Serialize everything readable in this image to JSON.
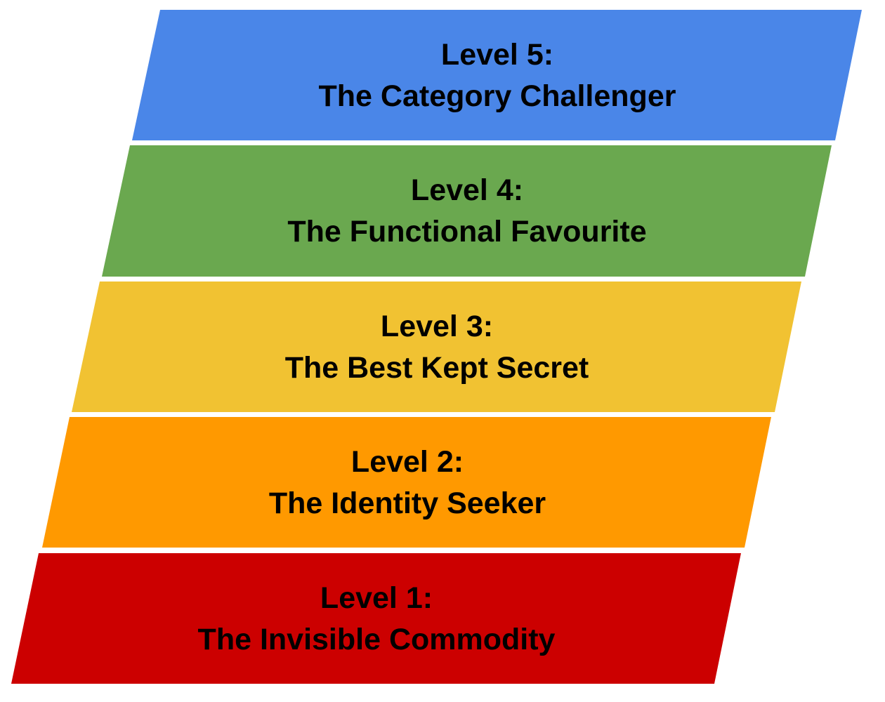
{
  "levels": [
    {
      "level": "Level 5:",
      "name": "The Category Challenger",
      "color": "#4a86e8"
    },
    {
      "level": "Level 4:",
      "name": "The Functional Favourite",
      "color": "#6aa84f"
    },
    {
      "level": "Level 3:",
      "name": "The Best Kept Secret",
      "color": "#f1c232"
    },
    {
      "level": "Level 2:",
      "name": "The Identity Seeker",
      "color": "#ff9900"
    },
    {
      "level": "Level 1:",
      "name": "The Invisible Commodity",
      "color": "#cc0000"
    }
  ]
}
